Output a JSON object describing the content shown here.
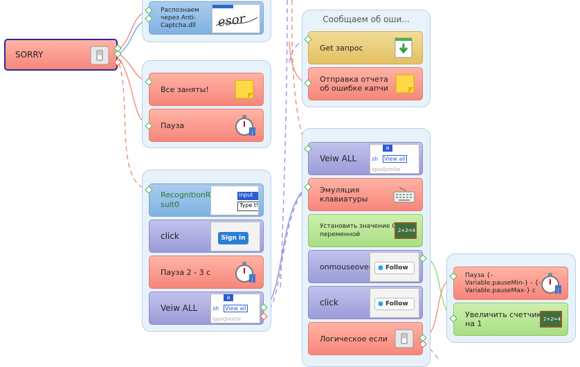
{
  "groups": {
    "errors_title": "Сообщаем об оши..."
  },
  "nodes": {
    "sorry": "SORRY",
    "anticaptcha": "Распознаем через Anti-Captcha.dll",
    "all_busy": "Все заняты!",
    "pause": "Пауза",
    "recognition_result": "RecognitionResult0",
    "click_1": "click",
    "pause_2_3": "Пауза 2 - 3 с",
    "veiw_all_1": "Veiw ALL",
    "get_request": "Get запрос",
    "send_report": "Отправка отчета об ошибке капчи",
    "veiw_all_2": "Veiw ALL",
    "keyboard_emulation": "Эмуляция клавиатуры",
    "set_zero": "Установить значение 0 переменной",
    "onmouseover": "onmouseover",
    "click_2": "click",
    "logic_if": "Логическое если",
    "pause_variable": "Пауза {-Variable.pauseMin-} - {-Variable.pauseMax-} с",
    "increment": "Увеличить счетчик на 1"
  },
  "thumbs": {
    "input_label": "input",
    "type_text": "Type t!",
    "sign_in": "Sign in",
    "sh": "sh",
    "a": "a",
    "view_all": "View all",
    "follow": "Follow",
    "small_text": "lgooQvtnDe",
    "chalk": "2+2=4"
  },
  "colors": {
    "red_node": "#f7867a",
    "blue_node": "#7fb2e2",
    "purple_node": "#9b9bd8",
    "green_node": "#a9de83",
    "yellow_node": "#e3c062",
    "group_bg": "#e8f2fb"
  },
  "icons": [
    "toggle-switch-icon",
    "sticky-note-icon",
    "stopwatch-icon",
    "download-arrow-icon",
    "keyboard-icon",
    "chalkboard-icon",
    "twitter-follow-icon"
  ]
}
